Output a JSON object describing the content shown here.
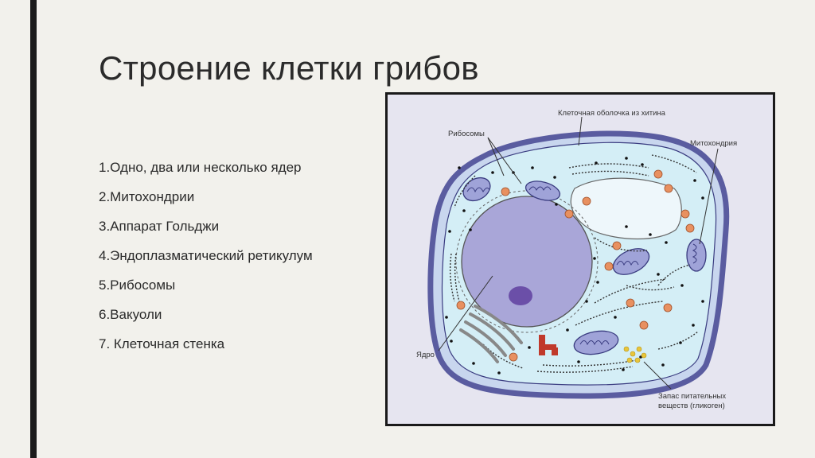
{
  "slide": {
    "title": "Строение клетки грибов",
    "items": [
      "1.Одно, два или несколько ядер",
      "2.Митохондрии",
      "3.Аппарат Гольджи",
      "4.Эндоплазматический ретикулум",
      "5.Рибосомы",
      "6.Вакуоли",
      "7.  Клеточная стенка"
    ]
  },
  "diagram": {
    "labels": {
      "cell_wall": "Клеточная оболочка из хитина",
      "ribosomes": "Рибосомы",
      "mitochondria": "Митохондрия",
      "nucleus": "Ядро",
      "glycogen_line1": "Запас питательных",
      "glycogen_line2": "веществ (гликоген)"
    },
    "colors": {
      "wall": "#5a5ca0",
      "cytoplasm": "#d4eef6",
      "nucleus": "#a9a6d8",
      "nucleolus": "#6b4fa8",
      "vacuole": "#eef7fb",
      "ribosome": "#e89060",
      "mitochondrion": "#9fa3d8",
      "golgi": "#888888",
      "centriole": "#c0392b",
      "glycogen": "#e8c53a"
    }
  }
}
